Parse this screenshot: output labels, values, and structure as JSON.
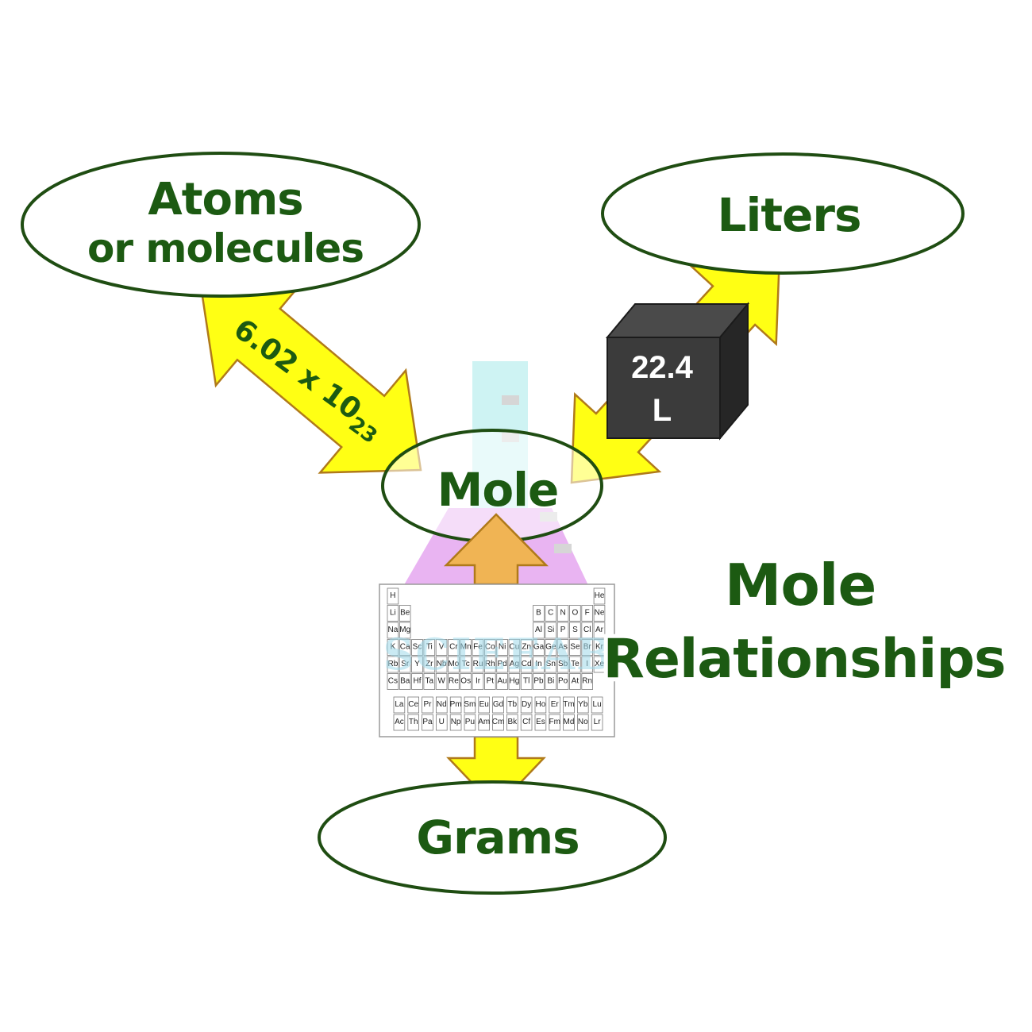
{
  "nodes": {
    "atoms_line1": "Atoms",
    "atoms_line2": "or molecules",
    "liters": "Liters",
    "mole": "Mole",
    "grams": "Grams"
  },
  "title": {
    "line1": "Mole",
    "line2": "Relationships"
  },
  "arrows": {
    "avogadro_base": "6.02 x 10",
    "avogadro_exp": "23"
  },
  "cube": {
    "line1": "22.4",
    "line2": "L"
  },
  "watermark": "SCIEEAB",
  "periodic_table": {
    "main_rows": [
      [
        "H",
        "",
        "",
        "",
        "",
        "",
        "",
        "",
        "",
        "",
        "",
        "",
        "",
        "",
        "",
        "",
        "",
        "He"
      ],
      [
        "Li",
        "Be",
        "",
        "",
        "",
        "",
        "",
        "",
        "",
        "",
        "",
        "",
        "B",
        "C",
        "N",
        "O",
        "F",
        "Ne"
      ],
      [
        "Na",
        "Mg",
        "",
        "",
        "",
        "",
        "",
        "",
        "",
        "",
        "",
        "",
        "Al",
        "Si",
        "P",
        "S",
        "Cl",
        "Ar"
      ],
      [
        "K",
        "Ca",
        "Sc",
        "Ti",
        "V",
        "Cr",
        "Mn",
        "Fe",
        "Co",
        "Ni",
        "Cu",
        "Zn",
        "Ga",
        "Ge",
        "As",
        "Se",
        "Br",
        "Kr"
      ],
      [
        "Rb",
        "Sr",
        "Y",
        "Zr",
        "Nb",
        "Mo",
        "Tc",
        "Ru",
        "Rh",
        "Pd",
        "Ag",
        "Cd",
        "In",
        "Sn",
        "Sb",
        "Te",
        "I",
        "Xe"
      ],
      [
        "Cs",
        "Ba",
        "Hf",
        "Ta",
        "W",
        "Re",
        "Os",
        "Ir",
        "Pt",
        "Au",
        "Hg",
        "Tl",
        "Pb",
        "Bi",
        "Po",
        "At",
        "Rn"
      ]
    ],
    "f_rows": [
      [
        "La",
        "Ce",
        "Pr",
        "Nd",
        "Pm",
        "Sm",
        "Eu",
        "Gd",
        "Tb",
        "Dy",
        "Ho",
        "Er",
        "Tm",
        "Yb",
        "Lu"
      ],
      [
        "Ac",
        "Th",
        "Pa",
        "U",
        "Np",
        "Pu",
        "Am",
        "Cm",
        "Bk",
        "Cf",
        "Es",
        "Fm",
        "Md",
        "No",
        "Lr"
      ]
    ]
  },
  "colors": {
    "node_stroke": "#1f4d12",
    "text_green": "#1c5a12",
    "arrow_yellow": "#ffff14",
    "arrow_stroke": "#b07a1a",
    "up_arrow_orange": "#f0b454",
    "cube_dark": "#3b3b3b",
    "flask_purple": "#e6a8f0",
    "flask_cyan": "#c6f2f2"
  }
}
